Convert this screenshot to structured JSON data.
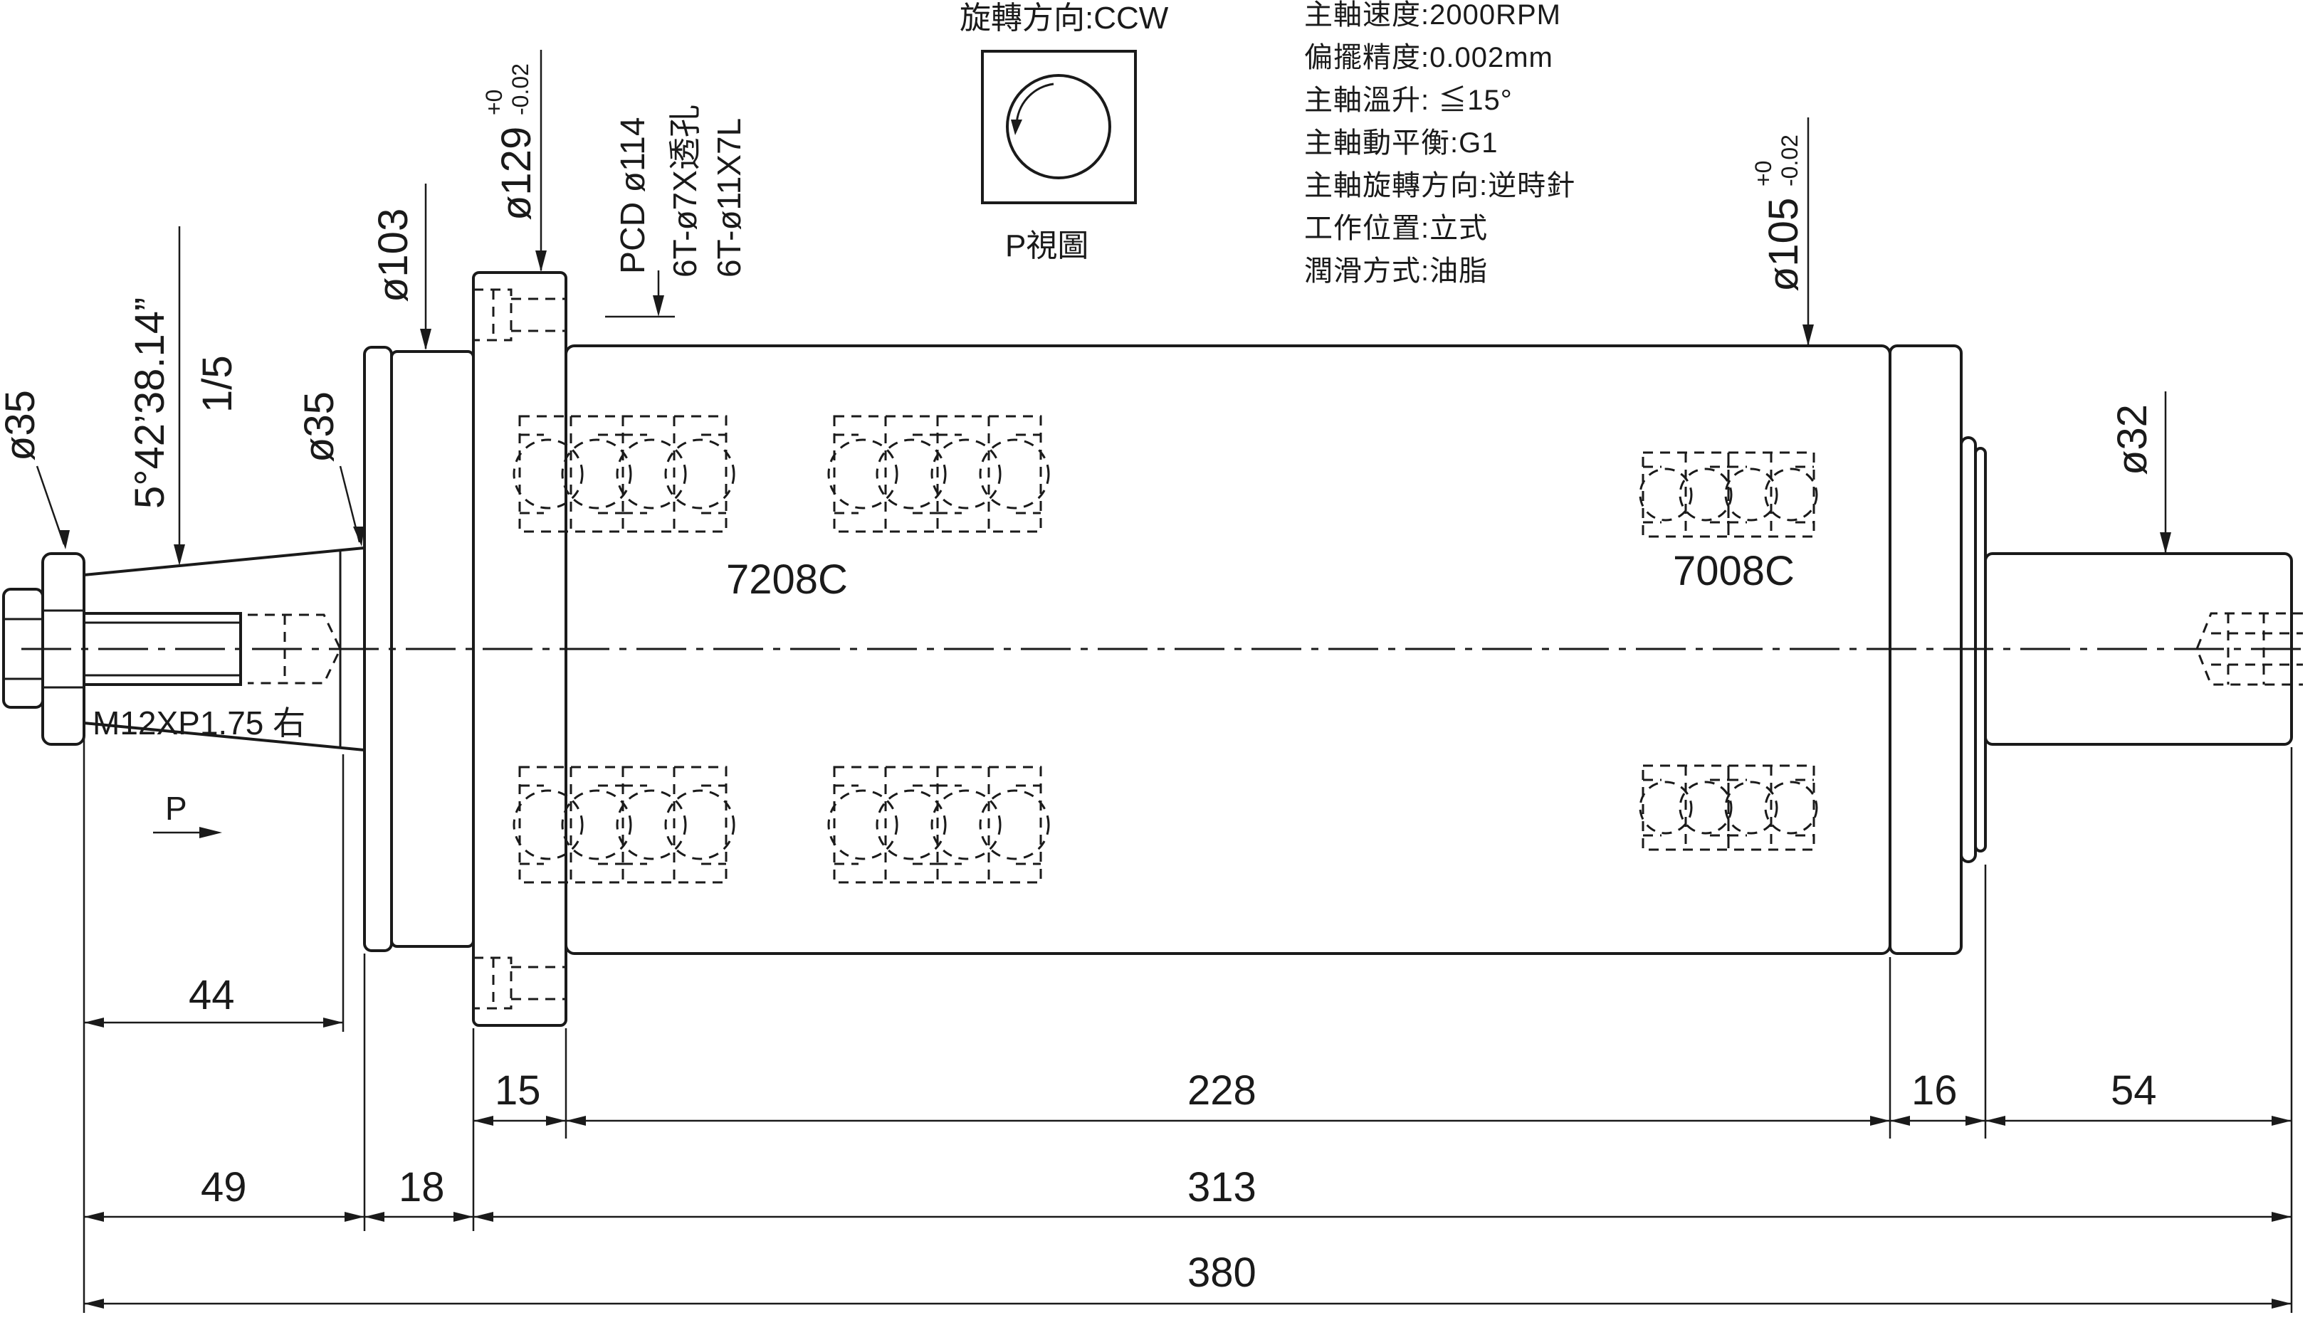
{
  "rotation_label": "旋轉方向:CCW",
  "view_label": "P視圖",
  "specs": [
    "主軸速度:2000RPM",
    "偏擺精度:0.002mm",
    "主軸溫升: ≦15°",
    "主軸動平衡:G1",
    "主軸旋轉方向:逆時針",
    "工作位置:立式",
    "潤滑方式:油脂"
  ],
  "callouts": {
    "d35_nut": "ø35",
    "taper_angle": "5°42’38.14”",
    "taper_ratio": "1/5",
    "d35_taper": "ø35",
    "d103": "ø103",
    "d129": "ø129",
    "d129_tol_upper": "+0",
    "d129_tol_lower": "-0.02",
    "pcd": "PCD ø114",
    "holes_through": "6T-ø7X透孔",
    "holes_counterbore": "6T-ø11X7L",
    "d105": "ø105",
    "d105_tol_upper": "+0",
    "d105_tol_lower": "-0.02",
    "d32": "ø32",
    "thread": "M12XP1.75 右",
    "view_arrow": "P",
    "bearing_front": "7208C",
    "bearing_rear": "7008C"
  },
  "dimensions": {
    "d44": "44",
    "d15": "15",
    "d228": "228",
    "d16": "16",
    "d54": "54",
    "d49": "49",
    "d18": "18",
    "d313": "313",
    "d380": "380"
  }
}
